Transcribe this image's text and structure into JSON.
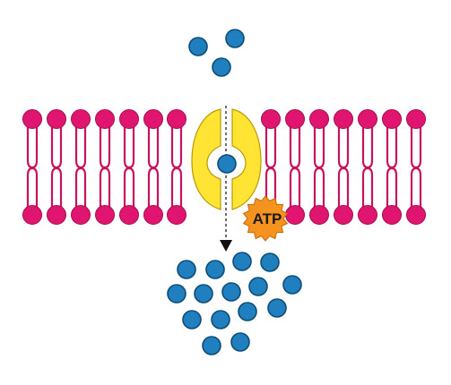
{
  "diagram": {
    "title": "",
    "atp_label": "ATP",
    "colors": {
      "background": "#ffffff",
      "lipid_head": "#e0156f",
      "lipid_head_stroke": "#a50d50",
      "lipid_tail_stroke": "#c8115f",
      "protein_fill": "#ffe433",
      "protein_stroke": "#b89a00",
      "molecule_fill": "#1f7fbf",
      "molecule_stroke": "#0e4c78",
      "atp_fill": "#f6921e",
      "atp_stroke": "#c4680a",
      "arrow": "#111111"
    },
    "molecules": {
      "outside_count": 3,
      "channel_count": 1,
      "inside_count": 15
    },
    "icons": {
      "atp": "atp-burst-icon",
      "arrow": "transport-arrow-icon"
    }
  }
}
